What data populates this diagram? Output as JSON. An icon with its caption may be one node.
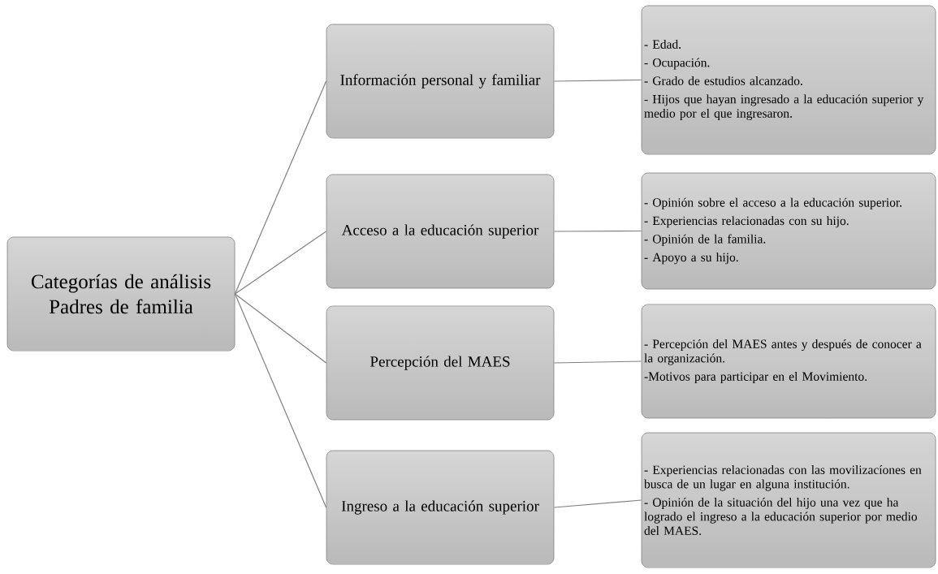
{
  "diagram": {
    "nodes": [
      {
        "text": [
          "Categorías de análisis",
          "Padres de familia"
        ]
      },
      {
        "text": [
          "Información personal y familiar"
        ]
      },
      {
        "text": [
          "Acceso a la educación superior"
        ]
      },
      {
        "text": [
          "Percepción del MAES"
        ]
      },
      {
        "text": [
          "Ingreso a la educación superior"
        ]
      },
      {
        "text": [
          "- Edad.",
          "- Ocupación.",
          "- Grado de estudios alcanzado.",
          "- Hijos que hayan ingresado a la educación superior y medio por el que ingresaron."
        ]
      },
      {
        "text": [
          "- Opinión sobre el acceso a la educación superior.",
          "- Experiencias relacionadas con su hijo.",
          "- Opinión de la familia.",
          "- Apoyo a su hijo."
        ]
      },
      {
        "text": [
          "- Percepción del MAES antes y después de conocer a la organización.",
          "-Motivos para participar en el Movimiento."
        ]
      },
      {
        "text": [
          "- Experiencias relacionadas con las movilizacíones en busca de un lugar en alguna institución.",
          "- Opinión de la situación del hijo una vez que ha logrado el ingreso a la educación superior por medio del MAES."
        ]
      }
    ],
    "edges": [
      {
        "from": 0,
        "to": 1,
        "arrow": "none"
      },
      {
        "from": 0,
        "to": 2,
        "arrow": "none"
      },
      {
        "from": 0,
        "to": 3,
        "arrow": "none"
      },
      {
        "from": 0,
        "to": 4,
        "arrow": "none"
      },
      {
        "from": 1,
        "to": 5,
        "arrow": "none"
      },
      {
        "from": 2,
        "to": 6,
        "arrow": "none"
      },
      {
        "from": 3,
        "to": 7,
        "arrow": "none"
      },
      {
        "from": 4,
        "to": 8,
        "arrow": "none"
      }
    ]
  }
}
